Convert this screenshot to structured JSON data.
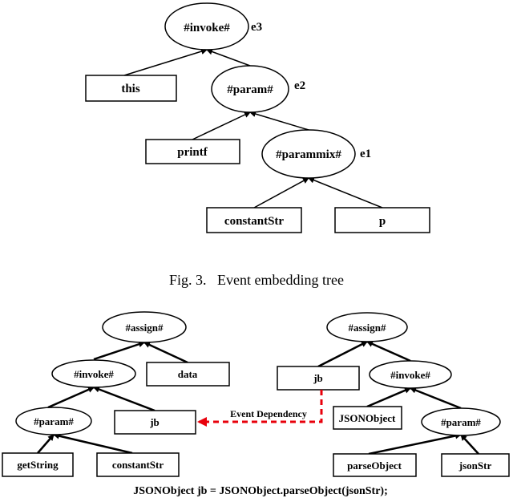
{
  "top_tree": {
    "nodes": {
      "invoke": "#invoke#",
      "invoke_tag": "e3",
      "this": "this",
      "param": "#param#",
      "param_tag": "e2",
      "printf": "printf",
      "parammix": "#parammix#",
      "parammix_tag": "e1",
      "constantStr": "constantStr",
      "p": "p"
    }
  },
  "caption": "Fig. 3.   Event embedding tree",
  "bottom_left_tree": {
    "nodes": {
      "assign": "#assign#",
      "invoke": "#invoke#",
      "data": "data",
      "param": "#param#",
      "jb": "jb",
      "getString": "getString",
      "constantStr": "constantStr"
    }
  },
  "bottom_right_tree": {
    "nodes": {
      "assign": "#assign#",
      "jb": "jb",
      "invoke": "#invoke#",
      "JSONObject": "JSONObject",
      "param": "#param#",
      "parseObject": "parseObject",
      "jsonStr": "jsonStr"
    }
  },
  "dependency_label": "Event Dependency",
  "dependency_color": "#e8000b",
  "code_line": "JSONObject jb = JSONObject.parseObject(jsonStr);"
}
